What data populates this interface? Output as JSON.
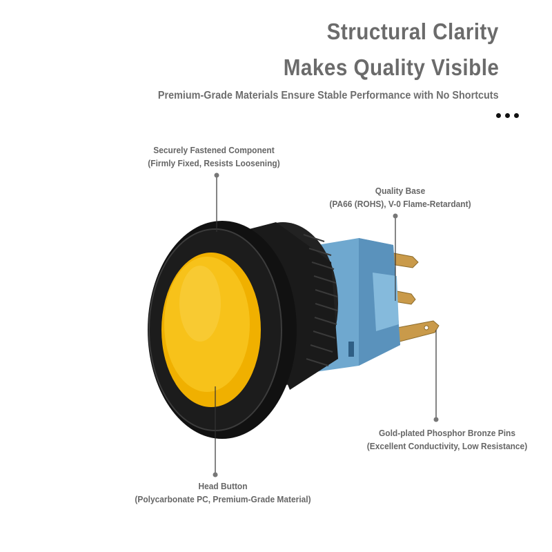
{
  "header": {
    "title_line1": "Structural Clarity",
    "title_line2": "Makes Quality Visible",
    "subtitle": "Premium-Grade Materials Ensure Stable Performance with No Shortcuts",
    "more_icon": "ellipsis-icon"
  },
  "callouts": [
    {
      "title": "Securely Fastened Component",
      "detail": "(Firmly Fixed, Resists Loosening)"
    },
    {
      "title": "Quality Base",
      "detail": "(PA66 (ROHS), V-0 Flame-Retardant)"
    },
    {
      "title": "Gold-plated Phosphor Bronze Pins",
      "detail": "(Excellent Conductivity, Low Resistance)"
    },
    {
      "title": "Head Button",
      "detail": "(Polycarbonate PC, Premium-Grade Material)"
    }
  ],
  "colors": {
    "lens": "#f5b800",
    "bezel": "#151515",
    "base": "#6fa8cf",
    "pins": "#c99a4a",
    "text": "#6b6b6b"
  }
}
